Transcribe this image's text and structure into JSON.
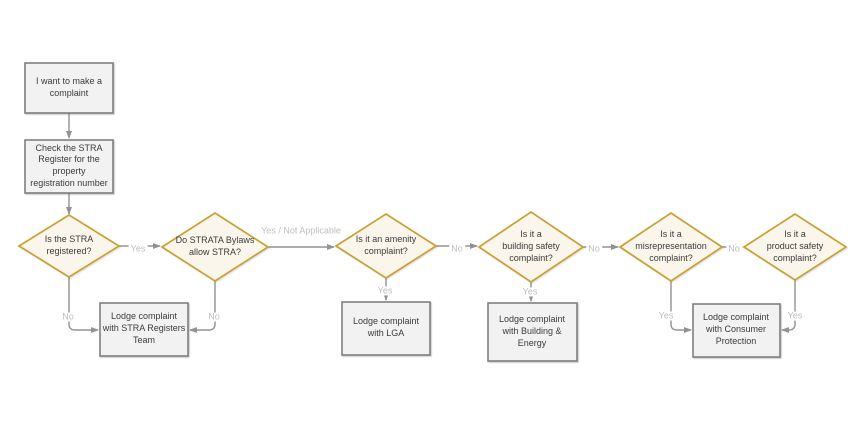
{
  "colors": {
    "diamond_border": "#C9A132",
    "diamond_fill": "#FBF6EB",
    "box_border": "#7F7F7F",
    "box_fill": "#F2F2F2",
    "connector": "#929292",
    "edge_label": "#BFBFBF",
    "node_text": "#3B3B3B",
    "canvas_bg": "#FFFFFF"
  },
  "nodes": {
    "start": {
      "label": "I want to make a\ncomplaint"
    },
    "check_register": {
      "label": "Check the STRA\nRegister for the\nproperty\nregistration number"
    },
    "is_registered": {
      "label": "Is the STRA\nregistered?"
    },
    "bylaws": {
      "label": "Do STRATA Bylaws\nallow STRA?"
    },
    "amenity": {
      "label": "Is it an amenity\ncomplaint?"
    },
    "building_safety": {
      "label": "Is it a\nbuilding safety\ncomplaint?"
    },
    "misrepresentation": {
      "label": "Is it a\nmisrepresentation\ncomplaint?"
    },
    "product_safety": {
      "label": "Is it a\nproduct safety\ncomplaint?"
    },
    "lodge_stra_registers": {
      "label": "Lodge complaint\nwith STRA Registers\nTeam"
    },
    "lodge_lga": {
      "label": "Lodge complaint\nwith LGA"
    },
    "lodge_building_energy": {
      "label": "Lodge complaint\nwith Building &\nEnergy"
    },
    "lodge_consumer_protection": {
      "label": "Lodge complaint\nwith Consumer\nProtection"
    }
  },
  "edge_labels": {
    "registered_yes": "Yes",
    "registered_no": "No",
    "bylaws_yes": "Yes / Not Applicable",
    "bylaws_no": "No",
    "amenity_no": "No",
    "amenity_yes": "Yes",
    "building_no": "No",
    "building_yes": "Yes",
    "misrep_no": "No",
    "misrep_yes": "Yes",
    "product_yes": "Yes"
  }
}
